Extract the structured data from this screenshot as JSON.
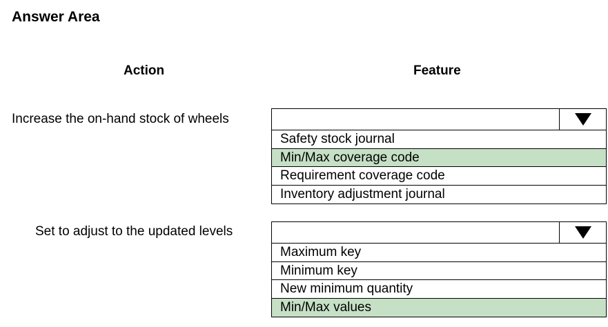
{
  "title": "Answer Area",
  "headers": {
    "action": "Action",
    "feature": "Feature"
  },
  "colors": {
    "selected_background": "#c6e0c6",
    "border": "#000000"
  },
  "rows": [
    {
      "action": "Increase the on-hand stock of wheels",
      "dropdown": {
        "value": "",
        "selected_index": 1,
        "options": [
          "Safety stock journal",
          "Min/Max coverage code",
          "Requirement coverage code",
          "Inventory adjustment journal"
        ]
      }
    },
    {
      "action": "Set to adjust to the updated levels",
      "dropdown": {
        "value": "",
        "selected_index": 3,
        "options": [
          "Maximum key",
          "Minimum key",
          "New minimum quantity",
          "Min/Max values"
        ]
      }
    }
  ]
}
